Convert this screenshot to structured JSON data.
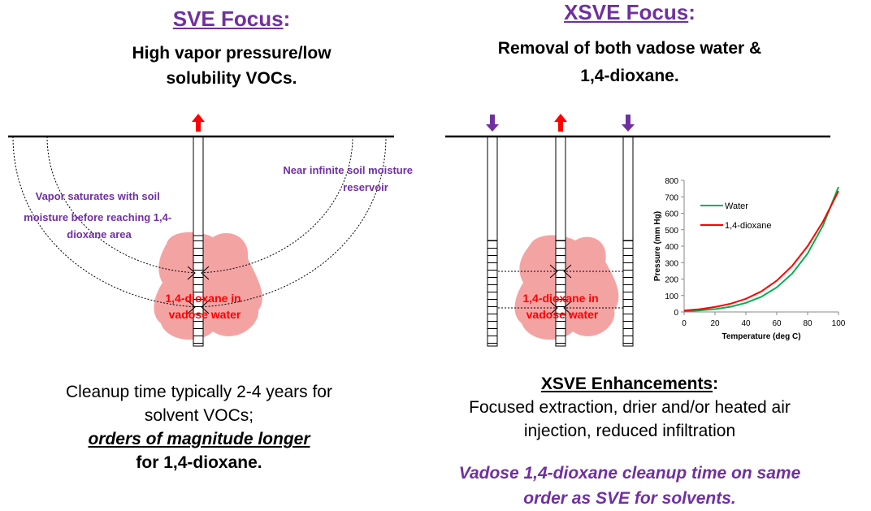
{
  "left": {
    "heading_term": "SVE Focus",
    "heading_colon": ":",
    "subtitle_line1": "High vapor pressure/low",
    "subtitle_line2": "solubility VOCs.",
    "label_vapor_1": "Vapor saturates with soil",
    "label_vapor_2": "moisture before reaching 1,4-",
    "label_vapor_3": "dioxane area",
    "label_reservoir_1": "Near infinite soil moisture",
    "label_reservoir_2": "reservoir",
    "plume_label_1": "1,4-dioxane in",
    "plume_label_2": "vadose water",
    "cleanup_line1": "Cleanup time typically 2-4 years for",
    "cleanup_line2": "solvent VOCs;",
    "cleanup_line3": "orders of magnitude longer",
    "cleanup_line4": "for 1,4-dioxane."
  },
  "right": {
    "heading_term": "XSVE Focus",
    "heading_colon": ":",
    "subtitle_line1": "Removal of both vadose water &",
    "subtitle_line2": "1,4-dioxane.",
    "plume_label_1": "1,4-dioxane in",
    "plume_label_2": "vadose water",
    "enh_title": "XSVE Enhancements",
    "enh_colon": ":",
    "enh_line1": "Focused extraction, drier and/or heated air",
    "enh_line2": "injection, reduced infiltration",
    "result_line1": "Vadose 1,4-dioxane cleanup time on same",
    "result_line2": "order as SVE for solvents."
  },
  "colors": {
    "purple": "#7030A0",
    "red": "#FF0000",
    "plume": "#F4A3A3",
    "water": "#00B050",
    "dioxane": "#FF0000"
  },
  "chart_data": {
    "type": "line",
    "xlabel": "Temperature (deg C)",
    "ylabel": "Pressure (mm Hg)",
    "xlim": [
      0,
      100
    ],
    "ylim": [
      0,
      800
    ],
    "x_ticks": [
      0,
      20,
      40,
      60,
      80,
      100
    ],
    "y_ticks": [
      0,
      100,
      200,
      300,
      400,
      500,
      600,
      700,
      800
    ],
    "legend_position": "top-left",
    "grid": false,
    "series": [
      {
        "name": "Water",
        "color": "#00B050",
        "x": [
          0,
          10,
          20,
          30,
          40,
          50,
          60,
          70,
          80,
          90,
          100
        ],
        "y": [
          4.6,
          9.2,
          17.5,
          31.8,
          55.3,
          92.5,
          149.4,
          233.7,
          355.1,
          525.8,
          760
        ]
      },
      {
        "name": "1,4-dioxane",
        "color": "#FF0000",
        "x": [
          0,
          10,
          20,
          30,
          40,
          50,
          60,
          70,
          80,
          90,
          100
        ],
        "y": [
          9,
          17,
          30,
          50,
          80,
          125,
          190,
          280,
          400,
          550,
          735
        ]
      }
    ]
  }
}
